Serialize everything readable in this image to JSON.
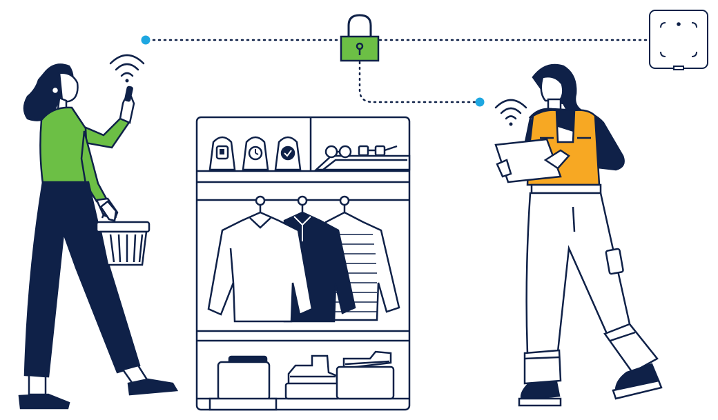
{
  "illustration": {
    "subject": "",
    "colors": {
      "navy": "#0f2148",
      "green": "#6cbf45",
      "orange": "#f7a823",
      "dot_blue": "#1ea7e1",
      "white": "#ffffff"
    },
    "icons": [
      "shopper-figure",
      "staff-figure",
      "padlock-icon",
      "rfid-reader-icon",
      "wifi-icon",
      "shopping-basket-icon",
      "tablet-icon",
      "store-shelf",
      "watch-icon",
      "sunglasses-icon",
      "jacket-icon",
      "bag-icon",
      "shoe-icon"
    ]
  }
}
